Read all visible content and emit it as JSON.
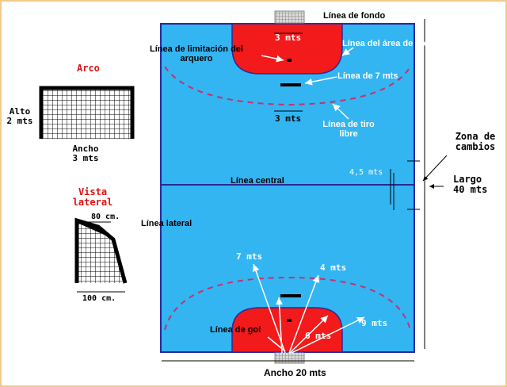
{
  "colors": {
    "court": "#33b5f2",
    "court_line": "#2a2a9a",
    "area": "#f21a1a",
    "free_throw_dash": "#c8306a",
    "frame": "#f2c98a"
  },
  "labels": {
    "linea_fondo": "Línea de fondo",
    "linea_area_arco": "Línea del área de arco",
    "linea_limitacion_arquero": "Línea de limitación del\narquero",
    "linea_7_mts": "Línea de 7 mts",
    "top_3_mts": "3 mts",
    "top_3_mts_lower": "3 mts",
    "linea_tiro_libre": "Línea de tiro\nlibre",
    "zona_cambios": "Zona de\ncambios",
    "largo": "Largo\n40 mts",
    "dist_4_5_mts": "4,5 mts",
    "linea_central": "Línea central",
    "linea_lateral": "Línea lateral",
    "d7_mts": "7 mts",
    "d4_mts": "4 mts",
    "d9_mts": "9 mts",
    "d6_mts": "6 mts",
    "linea_gol": "Línea de gol",
    "ancho_20_mts": "Ancho 20 mts",
    "arco_title": "Arco",
    "alto_2_mts": "Alto\n2 mts",
    "ancho_3_mts": "Ancho\n3 mts",
    "vista_lateral_title": "Vista\nlateral",
    "cm_80": "80 cm.",
    "cm_100": "100 cm."
  }
}
